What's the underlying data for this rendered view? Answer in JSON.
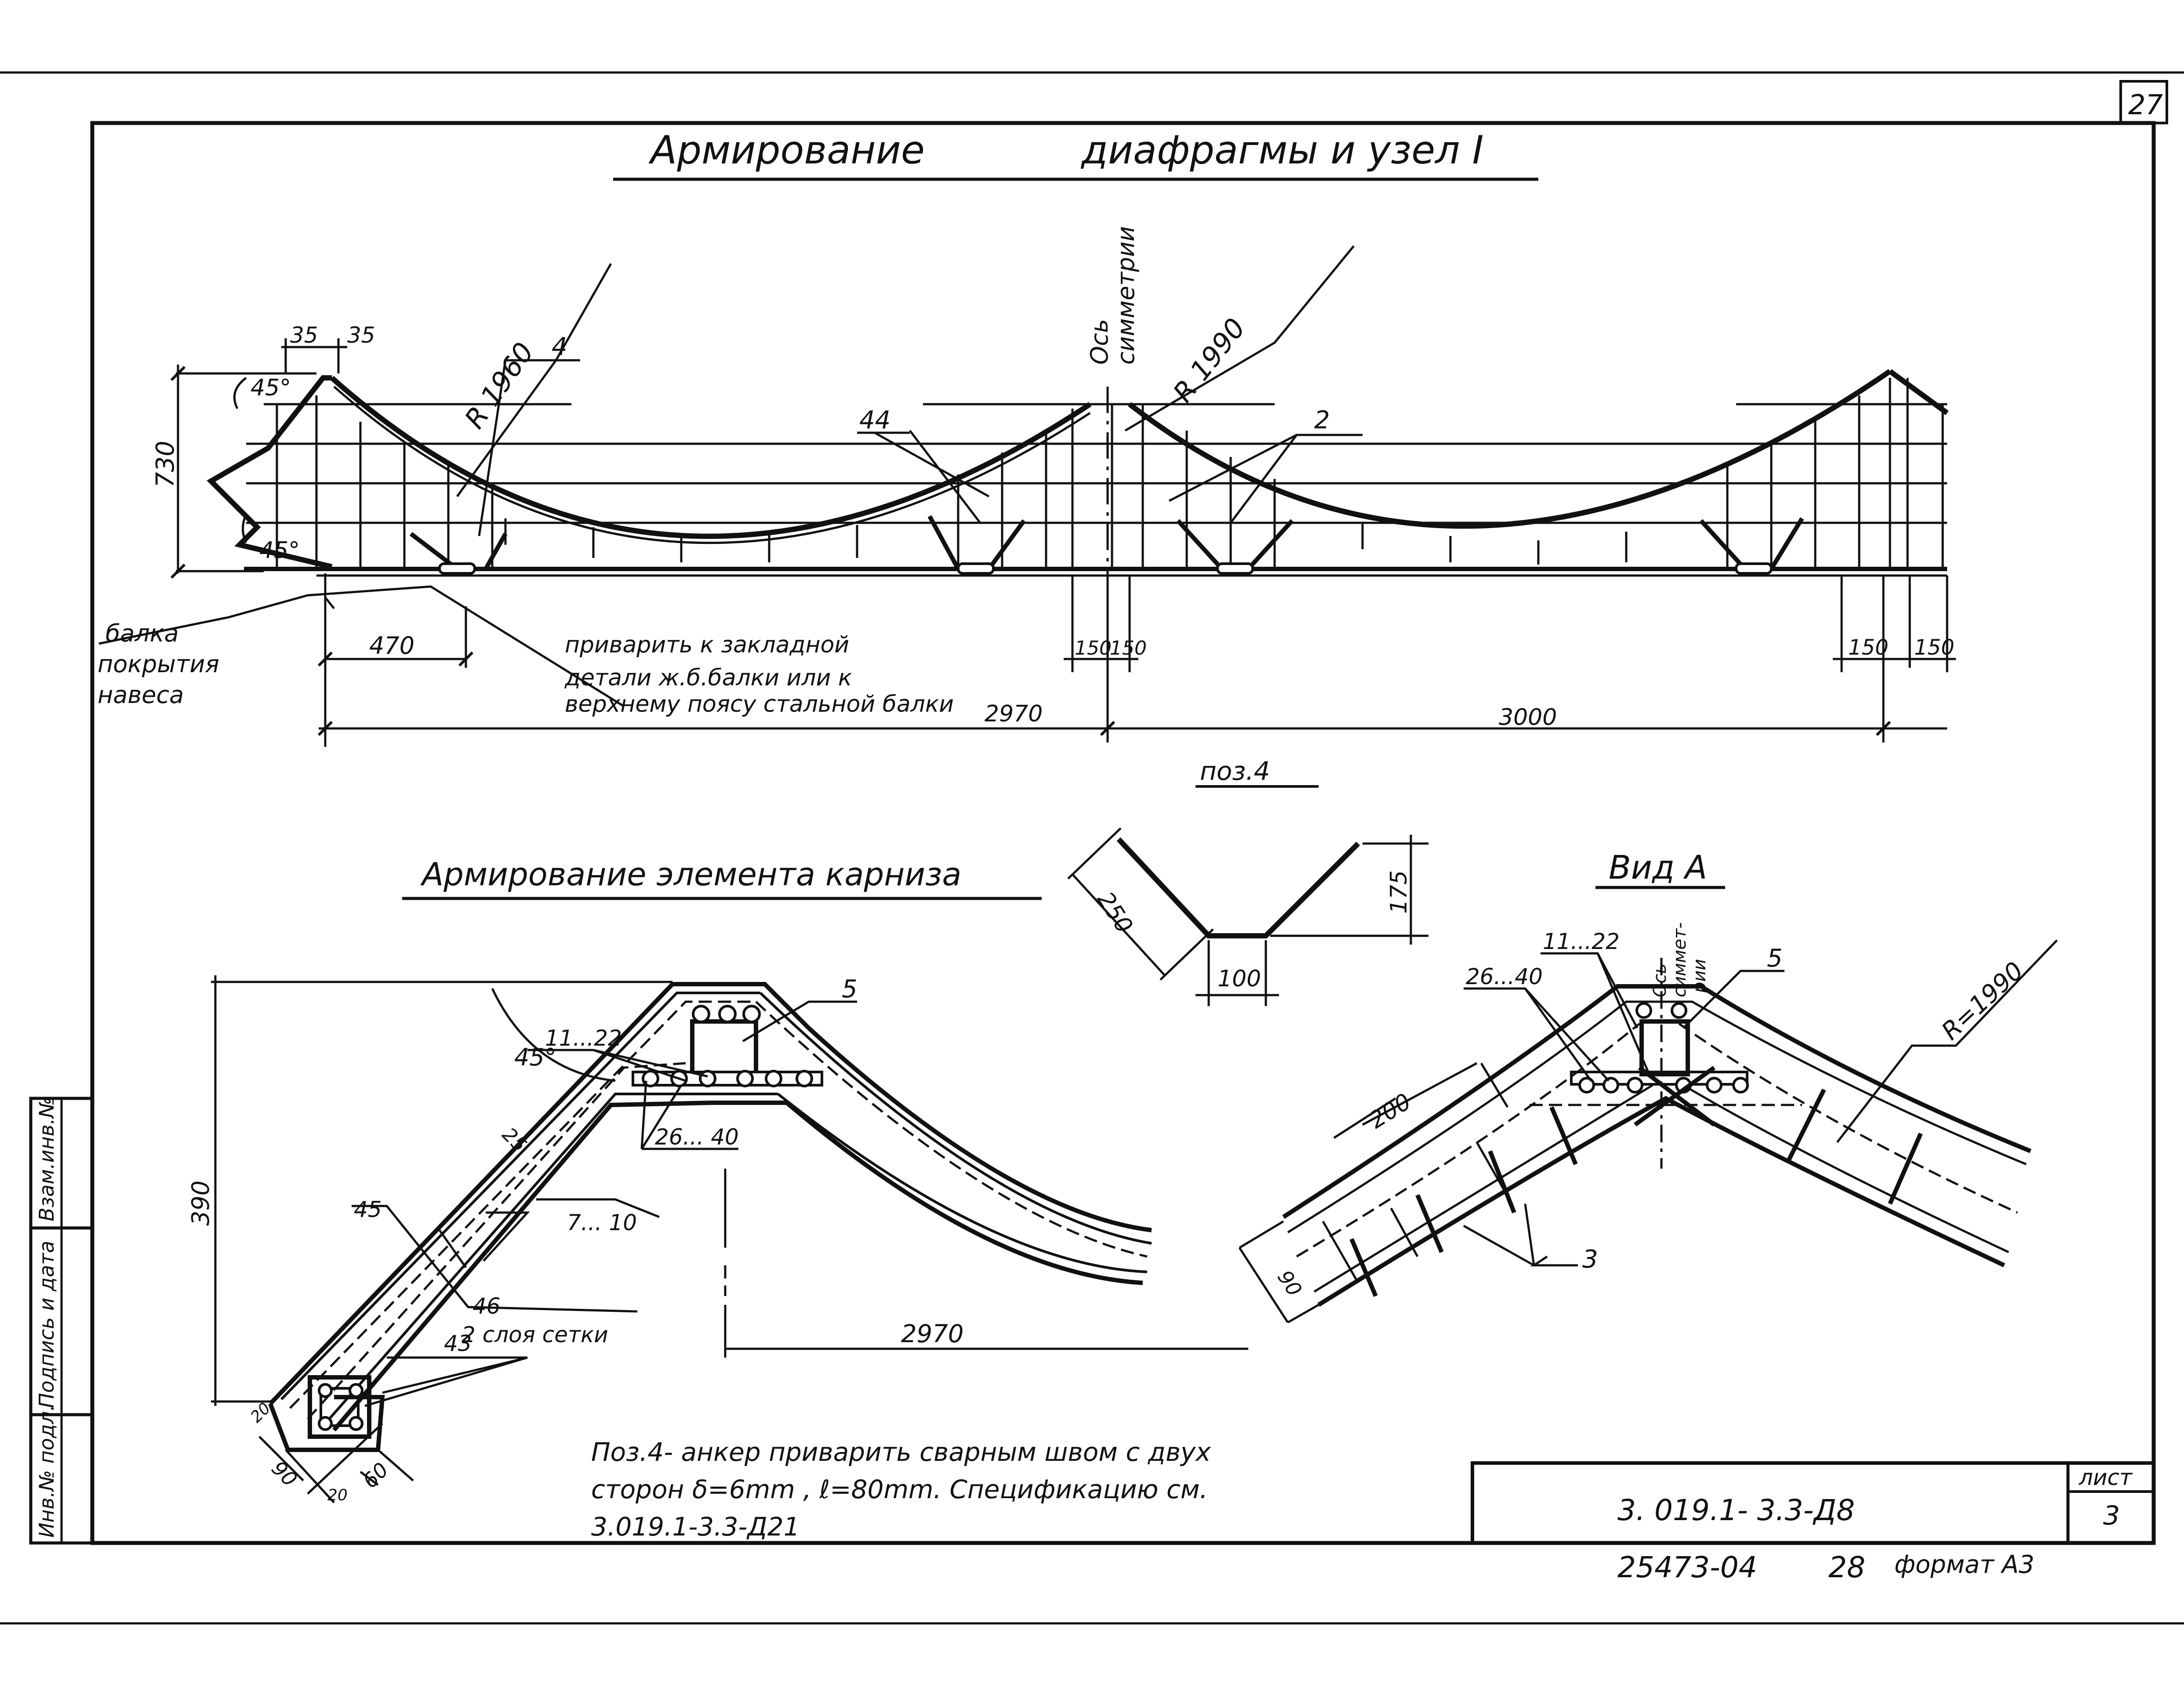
{
  "sheet_number": "27",
  "top_title_left": "Армирование",
  "top_title_right": "диафрагмы и узел I",
  "labels_top": {
    "d35a": "35",
    "d35b": "35",
    "a45top": "45°",
    "a45bot": "45°",
    "h730": "730",
    "r1960": "R 1960",
    "r1990": "R 1990",
    "axis1": "Ось",
    "axis2": "симметрии",
    "p4": "4",
    "p44": "44",
    "p2": "2",
    "d470": "470",
    "d150a": "150",
    "d150b": "150",
    "d150c": "150",
    "d150d": "150",
    "d2970": "2970",
    "d3000": "3000",
    "beam1": "балка",
    "beam2": "покрытия",
    "beam3": "навеса",
    "weld1": "приварить к закладной",
    "weld2": "детали ж.б.балки или к",
    "weld3": "верхнему поясу стальной балки"
  },
  "poz4": {
    "title": "поз.4",
    "d250": "250",
    "d100": "100",
    "d175": "175"
  },
  "cornice": {
    "title": "Армирование элемента карниза",
    "a45": "45°",
    "h390": "390",
    "p1122": "11...22",
    "p5": "5",
    "p2640": "26... 40",
    "d25": "25",
    "p710": "7... 10",
    "p45": "45",
    "p46": "46",
    "p46b": "2 слоя сетки",
    "p43": "43",
    "d20a": "20",
    "d90": "90",
    "d20b": "20",
    "d60": "60",
    "d2970": "2970"
  },
  "view_a": {
    "title": "Вид А",
    "axis1": "Ось",
    "axis2": "симмет-",
    "axis3": "рии",
    "p1122": "11...22",
    "p2640": "26...40",
    "p5": "5",
    "r1990": "R=1990",
    "d200": "200",
    "d90": "90",
    "p3": "3"
  },
  "note": {
    "line1": "Поз.4- анкер приварить сварным швом с двух",
    "line2": "сторон δ=6mm , ℓ=80mm.  Спецификацию см.",
    "line3": "3.019.1-3.3-Д21"
  },
  "side_stamp": {
    "c1": "Инв.№ подл.",
    "c2": "Подпись и дата",
    "c3": "Взам.инв.№"
  },
  "title_block": {
    "code": "3. 019.1- 3.3-Д8",
    "sheet_label": "лист",
    "sheet_value": "3"
  },
  "footer": {
    "archive": "25473-04",
    "copy": "28",
    "format": "формат А3"
  }
}
